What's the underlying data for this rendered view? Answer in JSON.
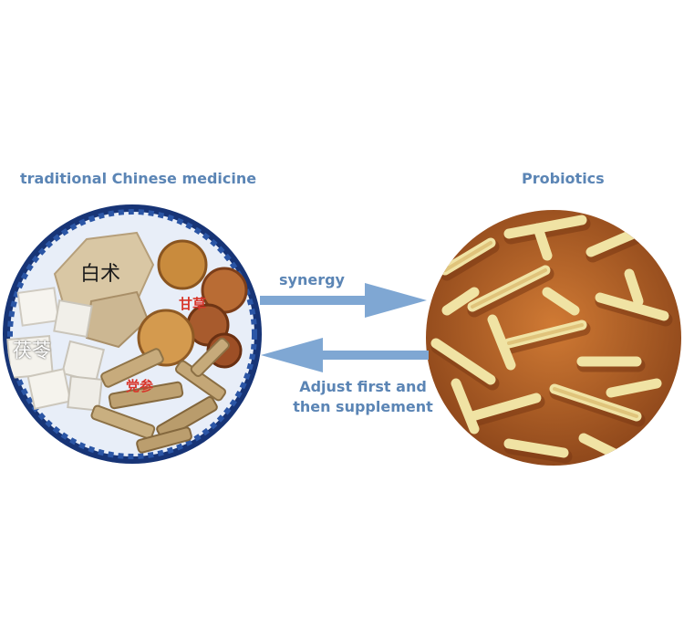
{
  "headings": {
    "left": "traditional Chinese medicine",
    "right": "Probiotics"
  },
  "arrows": {
    "forward_label": "synergy",
    "backward_label_line1": "Adjust first and",
    "backward_label_line2": "then supplement"
  },
  "herb_labels": {
    "baizhu": "白术",
    "fuling": "茯苓",
    "gancao": "甘草",
    "dangshen": "党参"
  },
  "colors": {
    "heading_blue": "#5b85b5",
    "arrow_blue": "#7fa7d3",
    "bowl_blue": "#1d3f87",
    "bacteria_orange": "#c8702e",
    "bacteria_cream": "#f0e6a6"
  }
}
